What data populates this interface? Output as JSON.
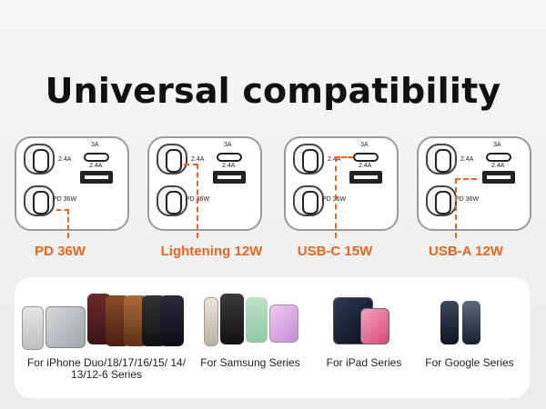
{
  "title": "Universal compatibility",
  "charger_labels": {
    "c_port": "3A",
    "left_amp": "2.4A",
    "a_port": "2.4A",
    "pd": "PD 36W"
  },
  "ports": [
    {
      "label": "PD 36W"
    },
    {
      "label": "Lightening 12W"
    },
    {
      "label": "USB-C 15W"
    },
    {
      "label": "USB-A 12W"
    }
  ],
  "devices": [
    {
      "caption": "For iPhone Duo/18/17/16/15/ 14/ 13/12-6 Series"
    },
    {
      "caption": "For Samsung Series"
    },
    {
      "caption": "For iPad Series"
    },
    {
      "caption": "For Google Series"
    }
  ],
  "colors": {
    "accent": "#e8661d"
  }
}
